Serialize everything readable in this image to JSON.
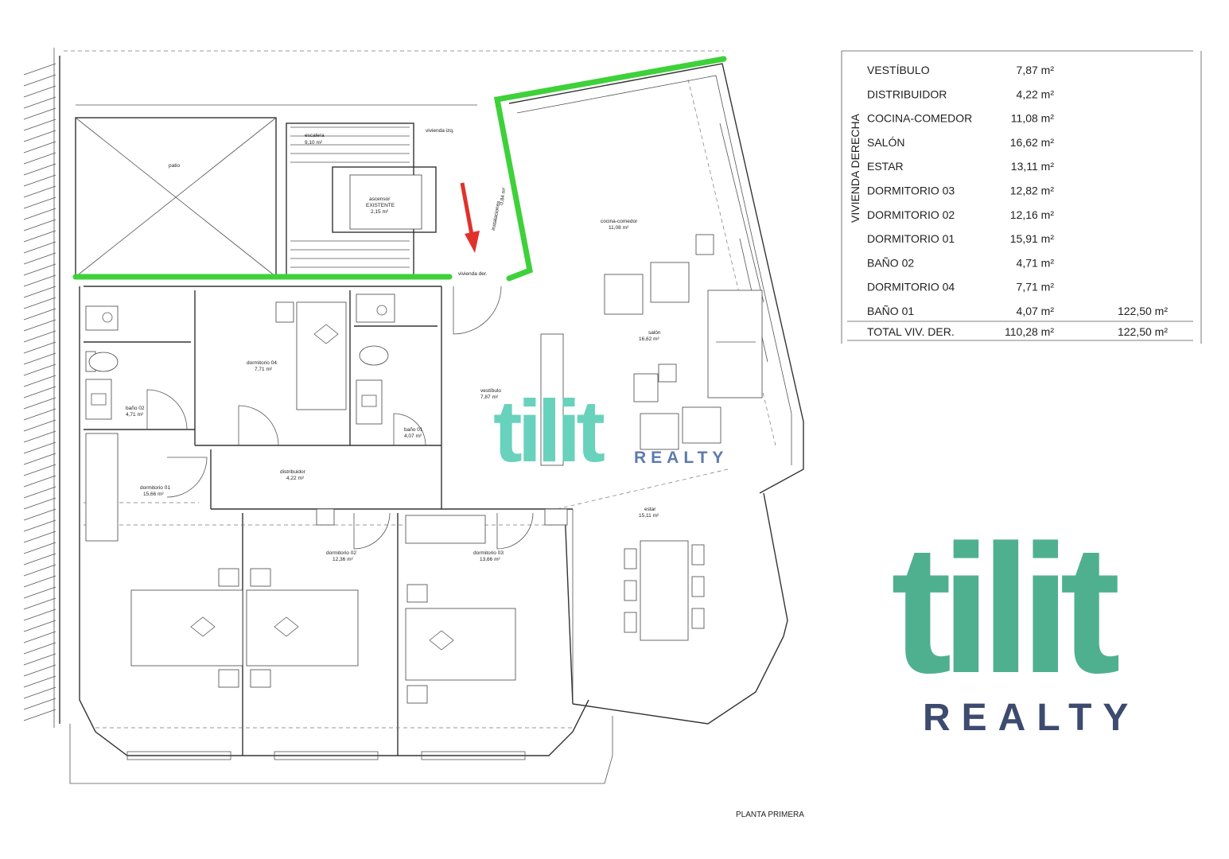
{
  "plan": {
    "title": "PLANTA PRIMERA",
    "rooms": {
      "patio": "patio",
      "escalera": "escalera",
      "escalera_area": "9,10 m²",
      "ascensor": "ascensor",
      "ascensor_existente": "EXISTENTE",
      "ascensor_area": "2,15 m²",
      "vivienda_izq": "vivienda izq.",
      "vivienda_der": "vivienda der.",
      "instalaciones": "instalaciones",
      "instalaciones_area": "0,84 m²",
      "cocina": "cocina-comedor",
      "cocina_area": "11,08 m²",
      "salon": "salón",
      "salon_area": "16,62 m²",
      "vestibulo": "vestíbulo",
      "vestibulo_area": "7,87 m²",
      "dorm04": "dormitorio 04",
      "dorm04_area": "7,71 m²",
      "bano02": "baño 02",
      "bano02_area": "4,71 m²",
      "bano01": "baño 01",
      "bano01_area": "4,07 m²",
      "distribuidor": "distribuidor",
      "distribuidor_area": "4,22 m²",
      "dorm01": "dormitorio 01",
      "dorm01_area": "15,66 m²",
      "dorm02": "dormitorio 02",
      "dorm02_area": "12,36 m²",
      "dorm03": "dormitorio 03",
      "dorm03_area": "13,66 m²",
      "estar": "estar",
      "estar_area": "15,11 m²"
    }
  },
  "table": {
    "group_label": "VIVIENDA DERECHA",
    "rows": [
      {
        "name": "VESTÍBULO",
        "area": "7,87 m²",
        "extra": ""
      },
      {
        "name": "DISTRIBUIDOR",
        "area": "4,22 m²",
        "extra": ""
      },
      {
        "name": "COCINA-COMEDOR",
        "area": "11,08 m²",
        "extra": ""
      },
      {
        "name": "SALÓN",
        "area": "16,62 m²",
        "extra": ""
      },
      {
        "name": "ESTAR",
        "area": "13,11 m²",
        "extra": ""
      },
      {
        "name": "DORMITORIO 03",
        "area": "12,82 m²",
        "extra": ""
      },
      {
        "name": "DORMITORIO 02",
        "area": "12,16 m²",
        "extra": ""
      },
      {
        "name": "DORMITORIO 01",
        "area": "15,91 m²",
        "extra": ""
      },
      {
        "name": "BAÑO 02",
        "area": "4,71 m²",
        "extra": ""
      },
      {
        "name": "DORMITORIO 04",
        "area": "7,71 m²",
        "extra": ""
      },
      {
        "name": "BAÑO 01",
        "area": "4,07 m²",
        "extra": "122,50 m²"
      }
    ],
    "total": {
      "name": "TOTAL VIV. DER.",
      "area": "110,28 m²",
      "extra": "122,50 m²"
    }
  },
  "watermark": {
    "word": "tilit",
    "sub": "REALTY"
  },
  "logo": {
    "word": "tilit",
    "sub": "REALTY"
  },
  "colors": {
    "highlight": "#3ed13a",
    "arrow": "#e0322b",
    "logo_teal": "#4fb08f",
    "logo_navy": "#3c4b6e",
    "watermark_teal": "#5ccfb8",
    "watermark_navy": "#4f6fa5"
  }
}
